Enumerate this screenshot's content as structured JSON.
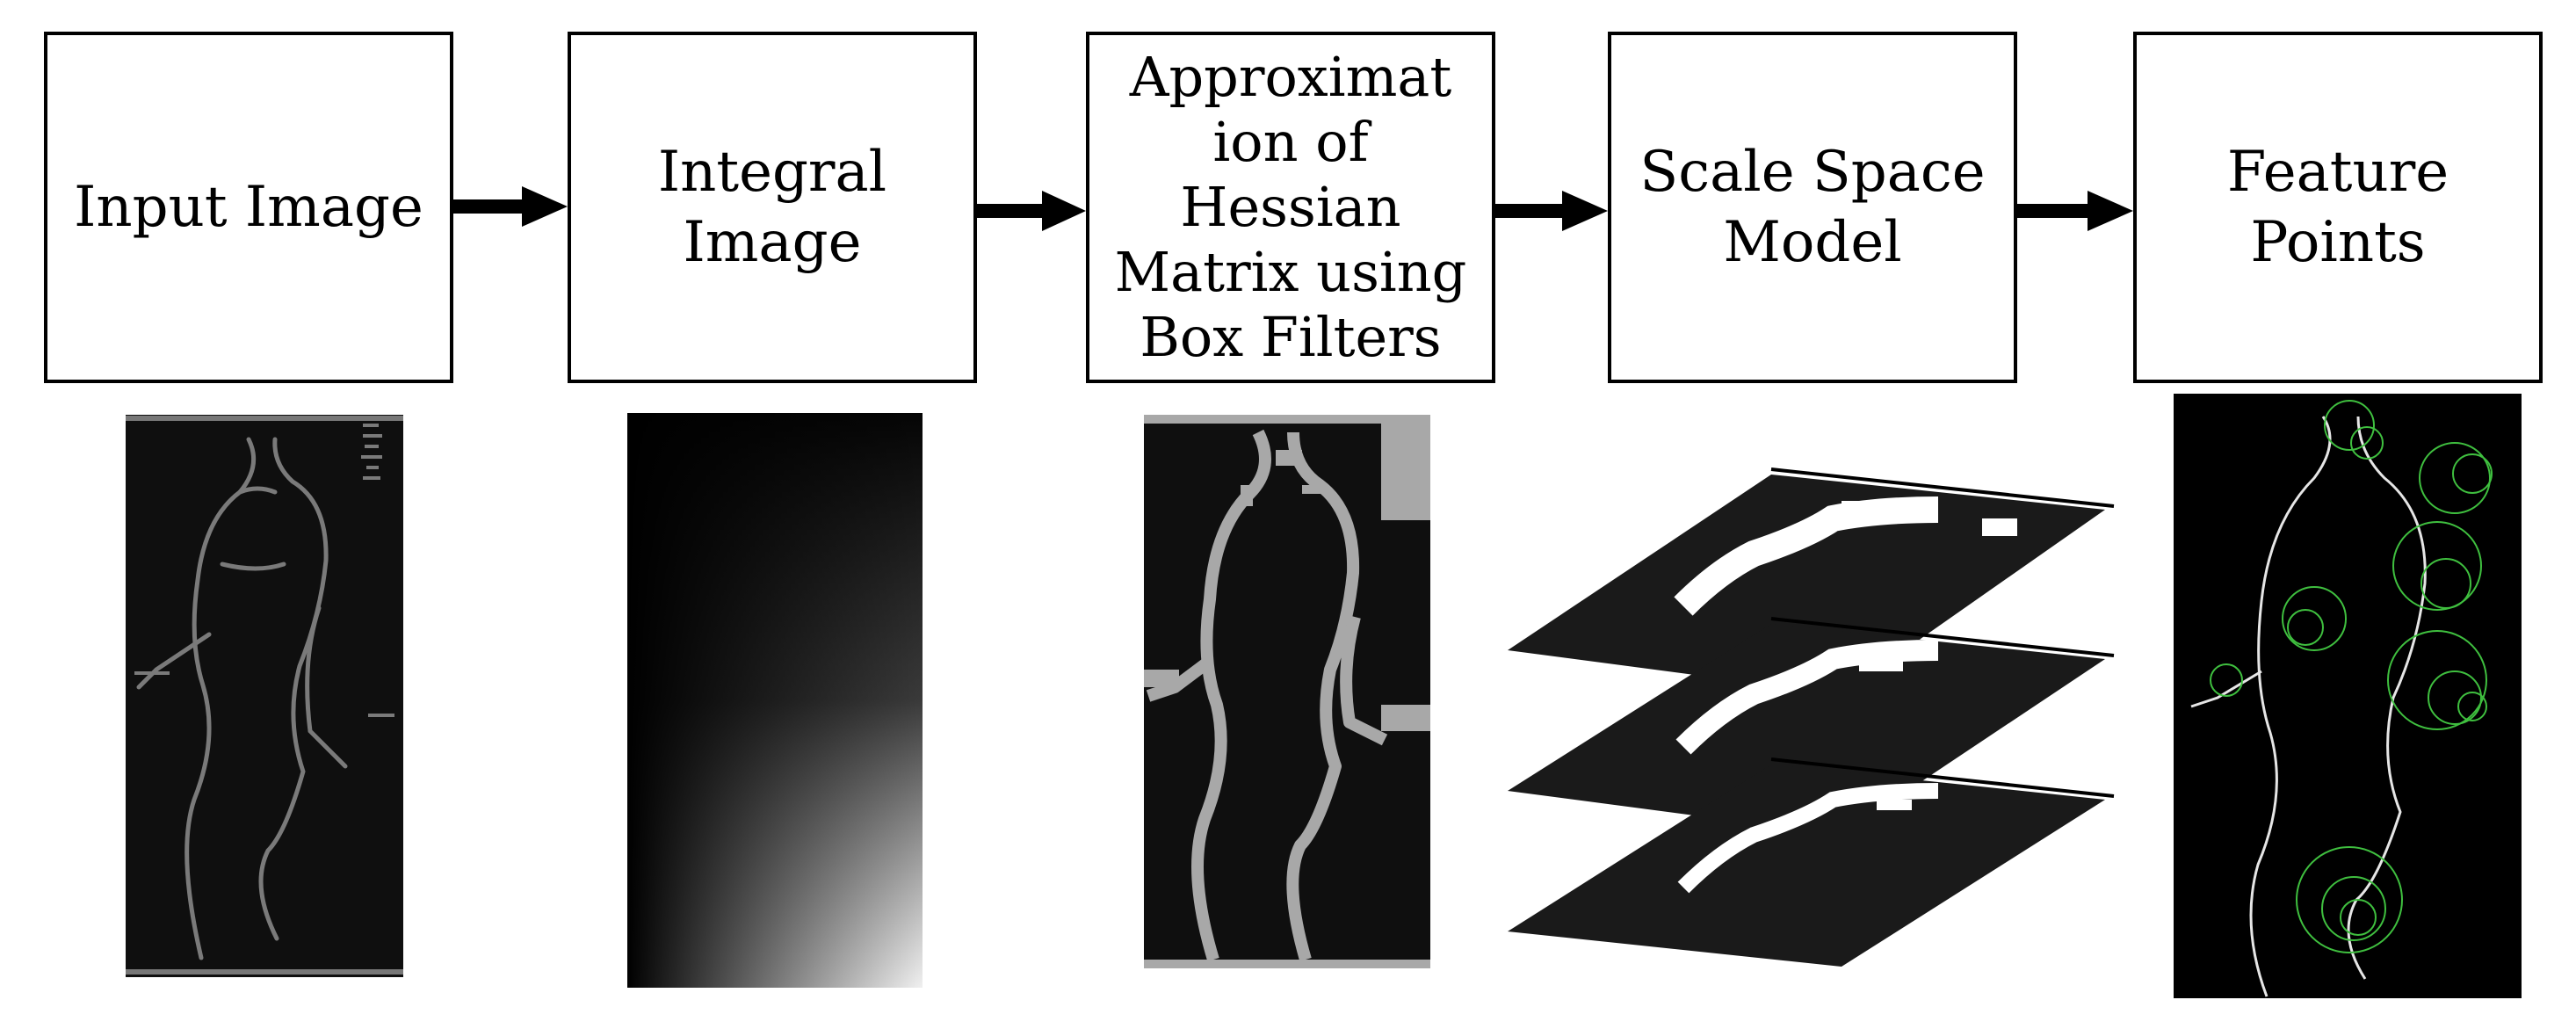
{
  "steps": [
    {
      "label": "Input Image"
    },
    {
      "label": "Integral\nImage"
    },
    {
      "label": "Approximat\nion of\nHessian\nMatrix using\nBox Filters"
    },
    {
      "label": "Scale Space\nModel"
    },
    {
      "label": "Feature\nPoints"
    }
  ],
  "thumbnails": [
    {
      "icon": "silhouette-outline-image"
    },
    {
      "icon": "integral-gradient-image"
    },
    {
      "icon": "box-filter-image"
    },
    {
      "icon": "scale-space-stack-image"
    },
    {
      "icon": "feature-points-image"
    }
  ],
  "colors": {
    "stroke": "#000000",
    "dark_bg": "#0f0f0f",
    "outline_gray": "#7a7a7a",
    "filter_gray": "#a8a8a8",
    "feature_green": "#3fbf3f"
  }
}
